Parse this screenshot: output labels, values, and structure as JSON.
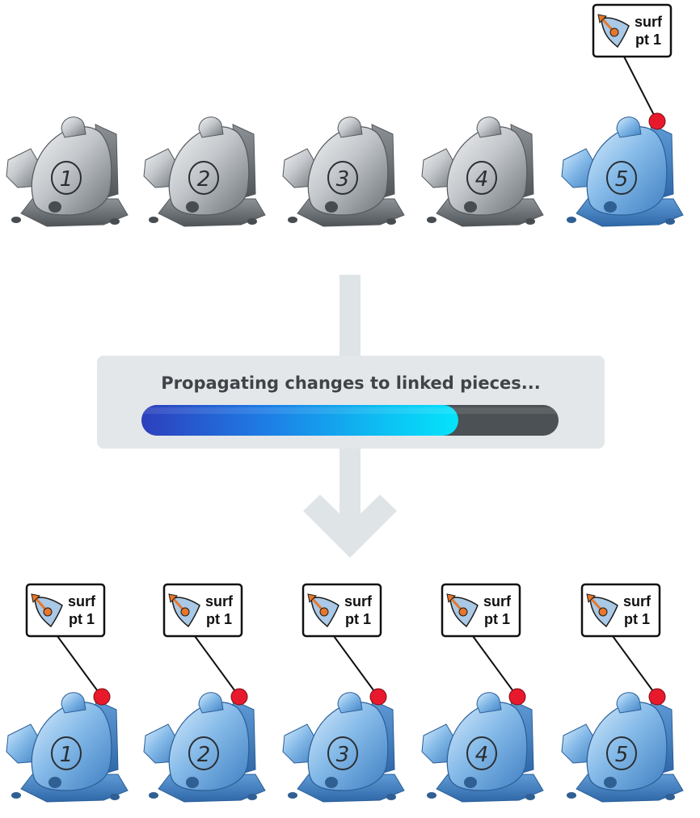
{
  "progress": {
    "label": "Propagating changes to linked pieces...",
    "fraction": 0.76
  },
  "callout": {
    "line1": "surf",
    "line2": "pt 1"
  },
  "colors": {
    "unchanged_piece": "#c4c8cc",
    "modified_piece": "#8ec0ec",
    "edit_point": "#e8192c",
    "arrow_shape": "#dfe4e7",
    "callout_point": "#e8762a"
  },
  "top_row": [
    {
      "number": "1",
      "state": "unchanged",
      "callout": false
    },
    {
      "number": "2",
      "state": "unchanged",
      "callout": false
    },
    {
      "number": "3",
      "state": "unchanged",
      "callout": false
    },
    {
      "number": "4",
      "state": "unchanged",
      "callout": false
    },
    {
      "number": "5",
      "state": "modified",
      "callout": true
    }
  ],
  "bottom_row": [
    {
      "number": "1",
      "state": "modified",
      "callout": true
    },
    {
      "number": "2",
      "state": "modified",
      "callout": true
    },
    {
      "number": "3",
      "state": "modified",
      "callout": true
    },
    {
      "number": "4",
      "state": "modified",
      "callout": true
    },
    {
      "number": "5",
      "state": "modified",
      "callout": true
    }
  ]
}
